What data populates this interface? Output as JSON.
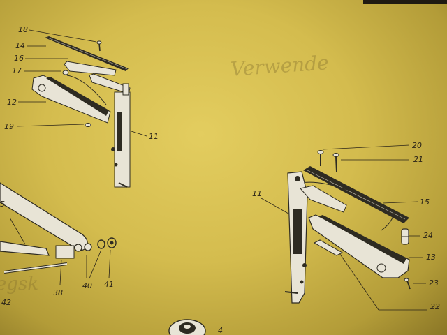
{
  "ghost_text": [
    "Verwende",
    "egsk"
  ],
  "callouts": [
    "18",
    "14",
    "16",
    "17",
    "12",
    "19",
    "11",
    "5",
    "38",
    "40",
    "41",
    "42",
    "20",
    "21",
    "11",
    "15",
    "24",
    "13",
    "23",
    "22",
    "4"
  ],
  "colors": {
    "paper": "#dcc456",
    "ink": "#2b2418",
    "part_dark": "#2e2b22",
    "part_light": "#e8e4d6"
  }
}
